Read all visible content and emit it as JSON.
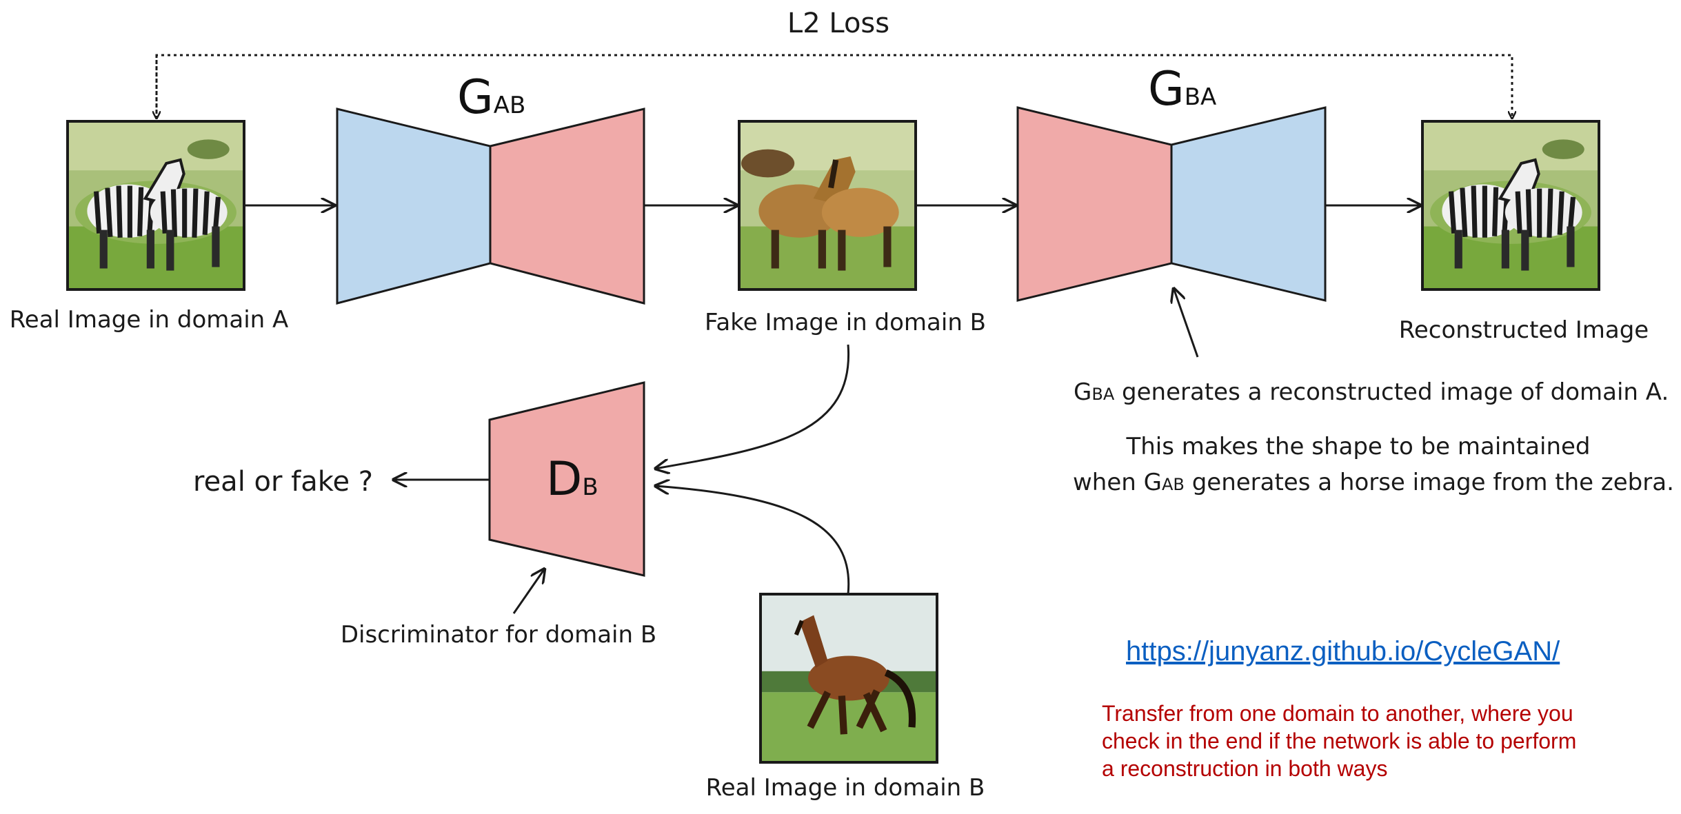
{
  "loss": {
    "label": "L2 Loss"
  },
  "generators": {
    "gab": {
      "letter": "G",
      "subscript": "AB"
    },
    "gba": {
      "letter": "G",
      "subscript": "BA"
    }
  },
  "discriminator": {
    "letter": "D",
    "subscript": "B",
    "caption": "Discriminator for domain B",
    "output_label": "real or fake ?"
  },
  "images": {
    "real_a": {
      "caption": "Real Image in domain A",
      "content": "zebra-pair"
    },
    "fake_b": {
      "caption": "Fake Image in domain B",
      "content": "horse-pair"
    },
    "reconstructed": {
      "caption": "Reconstructed Image",
      "content": "zebra-pair"
    },
    "real_b": {
      "caption": "Real Image in domain B",
      "content": "galloping-horse"
    }
  },
  "annotation": {
    "line1_sub": "BA",
    "line1_rest": " generates a reconstructed image of domain A.",
    "line2": "This makes the shape to be maintained",
    "line3_pre": "when ",
    "line3_sub": "AB",
    "line3_rest": " generates a horse image from the zebra."
  },
  "link": {
    "text": "https://junyanz.github.io/CycleGAN/"
  },
  "note": {
    "lines": [
      "Transfer from one domain to another, where you",
      "check in the end if the network is able to perform",
      "a reconstruction in both ways"
    ]
  },
  "colors": {
    "encoder": "#bcd7ee",
    "decoder": "#f0aaa9",
    "stroke": "#1a1a1a",
    "link": "#0b5fc1",
    "note": "#b40000"
  }
}
